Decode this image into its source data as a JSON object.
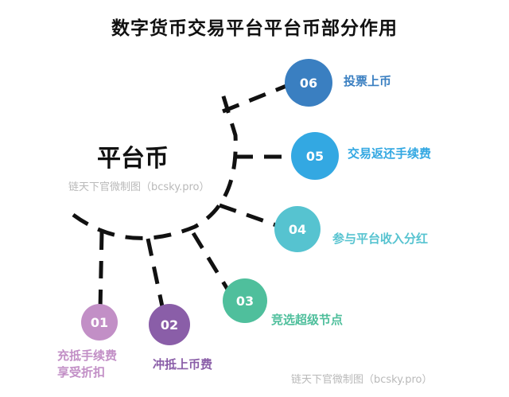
{
  "title": "数字货币交易平台平台币部分作用",
  "center_label": "平台币",
  "watermark_1": "链天下官微制图（bcsky.pro）",
  "watermark_2": "链天下官微制图（bcsky.pro）",
  "nodes": [
    {
      "number": "06",
      "label": "投票上币",
      "color": "#3a7fc1"
    },
    {
      "number": "05",
      "label": "交易返还手续费",
      "color": "#33a8e2"
    },
    {
      "number": "04",
      "label": "参与平台收入分红",
      "color": "#56c3d0"
    },
    {
      "number": "03",
      "label": "竞选超级节点",
      "color": "#4fbf9c"
    },
    {
      "number": "02",
      "label": "冲抵上币费",
      "color": "#8a5ea8"
    },
    {
      "number": "01",
      "label_line1": "充抵手续费",
      "label_line2": "享受折扣",
      "color": "#c28fc6"
    }
  ]
}
